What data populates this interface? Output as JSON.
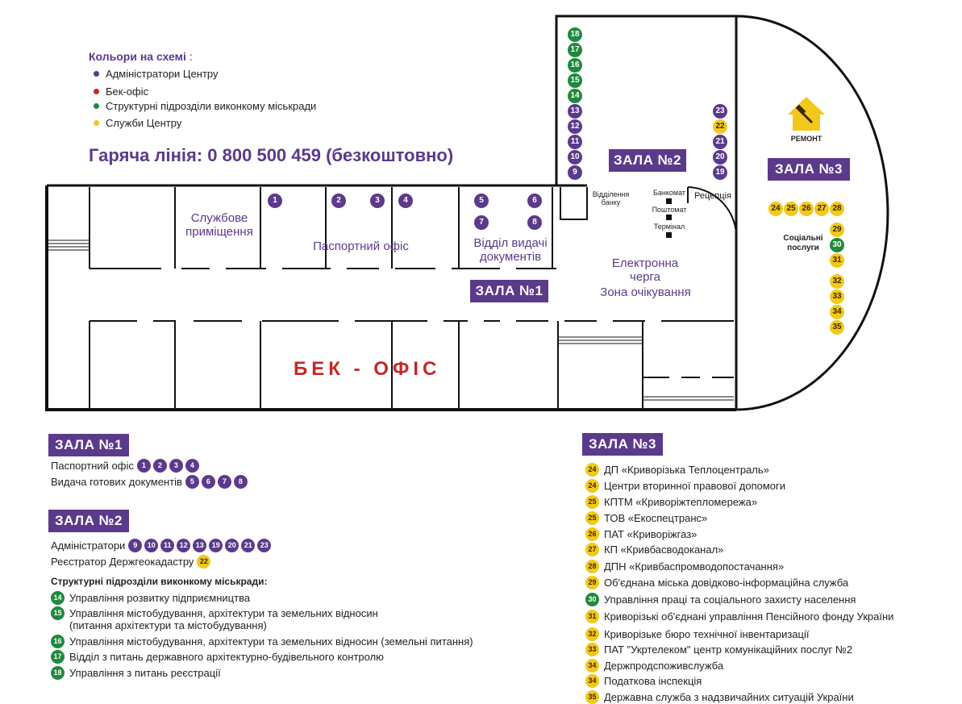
{
  "legend": {
    "title": "Кольори на схемі",
    "colon": ":",
    "items": [
      {
        "label": "Адміністратори Центру",
        "color": "#5b3a8c"
      },
      {
        "label": "Бек-офіс",
        "color": "#c62828"
      },
      {
        "label": "Структурні підрозділи виконкому міськради",
        "color": "#1f8a3c"
      },
      {
        "label": "Служби Центру",
        "color": "#f2c81c"
      }
    ]
  },
  "hotline": "Гаряча лінія: 0 800 500 459 (безкоштовно)",
  "plan": {
    "hall1": "ЗАЛА №1",
    "hall2": "ЗАЛА №2",
    "hall3": "ЗАЛА №3",
    "service_room": "Службове приміщення",
    "passport_office": "Паспортний офіс",
    "docs_office": "Відділ видачі документів",
    "e_queue": "Електронна черга",
    "waiting": "Зона очікування",
    "bank": "Відділення банку",
    "atm": "Банкомат",
    "postomat": "Поштомат",
    "terminal": "Термінал",
    "reception": "Рецепція",
    "social": "Соціальні послуги",
    "repair": "РЕМОНТ",
    "back_office": "БЕК - ОФІС",
    "hall1_badges": [
      "1",
      "2",
      "3",
      "4",
      "5",
      "6",
      "7",
      "8"
    ],
    "hall2_left": [
      "18",
      "17",
      "16",
      "15",
      "14",
      "13",
      "12",
      "11",
      "10",
      "9"
    ],
    "hall2_right": [
      "23",
      "22",
      "21",
      "20",
      "19"
    ],
    "hall3_row": [
      "24",
      "25",
      "26",
      "27",
      "28"
    ],
    "hall3_col": [
      "29",
      "30",
      "31",
      "32",
      "33",
      "34",
      "35"
    ]
  },
  "info": {
    "hall1_title": "ЗАЛА №1",
    "hall1_rows": [
      {
        "label": "Паспортний офіс",
        "badges": [
          "1",
          "2",
          "3",
          "4"
        ]
      },
      {
        "label": "Видача готових документів",
        "badges": [
          "5",
          "6",
          "7",
          "8"
        ]
      }
    ],
    "hall2_title": "ЗАЛА №2",
    "admins_label": "Адміністратори",
    "admins_badges": [
      "9",
      "10",
      "11",
      "12",
      "13",
      "19",
      "20",
      "21",
      "23"
    ],
    "registrar_label": "Реєстратор Держгеокадастру",
    "registrar_badge": "22",
    "units_title": "Структурні підрозділи виконкому міськради:",
    "units": [
      {
        "n": "14",
        "label": "Управління розвитку підприємництва"
      },
      {
        "n": "15",
        "label": "Управління містобудування, архітектури та земельних відносин",
        "label2": "(питання архітектури та містобудування)"
      },
      {
        "n": "16",
        "label": "Управління містобудування, архітектури та земельних відносин (земельні питання)"
      },
      {
        "n": "17",
        "label": "Відділ з питань державного архітектурно-будівельного контролю"
      },
      {
        "n": "18",
        "label": "Управління з питань реєстрації"
      }
    ],
    "hall3_title": "ЗАЛА №3",
    "services": [
      {
        "n": "24",
        "label": "ДП «Криворізька Теплоцентраль»"
      },
      {
        "n": "24",
        "label": "Центри вторинної правової допомоги"
      },
      {
        "n": "25",
        "label": "КПТМ «Криворіжтепломережа»"
      },
      {
        "n": "25",
        "label": "ТОВ «Екоспецтранс»"
      },
      {
        "n": "26",
        "label": "ПАТ «Криворіжгаз»"
      },
      {
        "n": "27",
        "label": "КП «Кривбасводоканал»"
      },
      {
        "n": "28",
        "label": "ДПН «Кривбаспромводопостачання»"
      },
      {
        "n": "29",
        "label": "Об'єднана міська довідково-інформаційна служба"
      },
      {
        "n": "30",
        "label": "Управління праці та соціального захисту населення",
        "green": true
      },
      {
        "n": "31",
        "label": "Криворізькі об'єднані управління Пенсійного фонду України"
      },
      {
        "n": "32",
        "label": "Криворізьке бюро технічної інвентаризації"
      },
      {
        "n": "33",
        "label": "ПАТ \"Укртелеком\" центр комунікаційних послуг №2"
      },
      {
        "n": "34",
        "label": "Держпродспоживслужба"
      },
      {
        "n": "34",
        "label": "Податкова інспекція"
      },
      {
        "n": "35",
        "label": "Державна служба з надзвичайних ситуацій України"
      }
    ]
  }
}
